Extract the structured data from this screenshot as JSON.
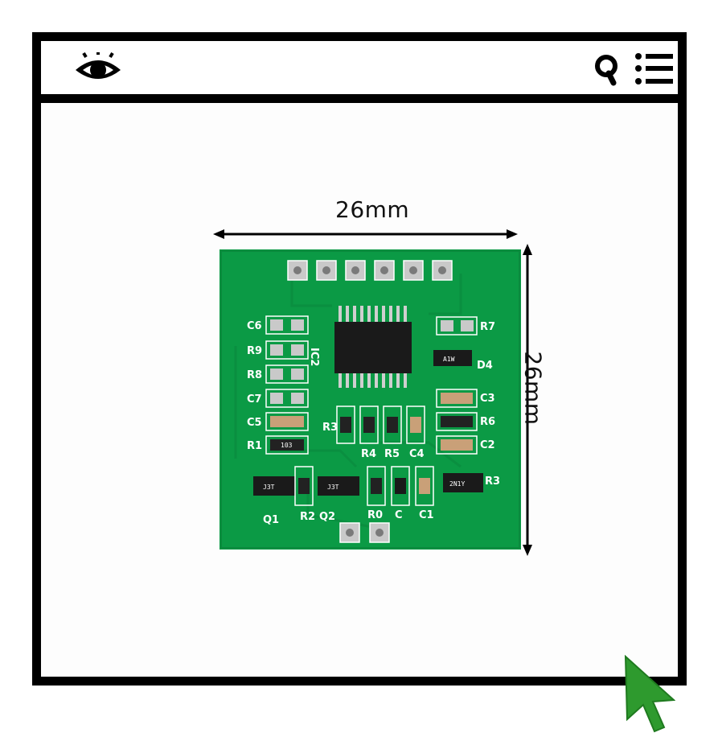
{
  "toolbar": {
    "icons": [
      "eye-icon",
      "search-icon",
      "menu-list-icon"
    ]
  },
  "product": {
    "width_label": "26mm",
    "height_label": "26mm",
    "board_color": "#0b9a45",
    "silkscreen_labels": {
      "left_column": [
        "C6",
        "R9",
        "R8",
        "C7",
        "C5",
        "R1"
      ],
      "right_column": [
        "R7",
        "C3",
        "R6",
        "C2",
        "R3"
      ],
      "center_row": [
        "R3",
        "R4",
        "R5",
        "C4"
      ],
      "bottom_row": [
        "Q1",
        "R2",
        "Q2",
        "R0",
        "C",
        "C1"
      ],
      "chip_label": "IC2",
      "right_top": "D4"
    },
    "part_marks": [
      "103",
      "J3T",
      "J3T",
      "2N1Y",
      "A1W"
    ]
  },
  "cursor": {
    "color": "#2e9a2e",
    "icon": "arrow-cursor-icon"
  }
}
